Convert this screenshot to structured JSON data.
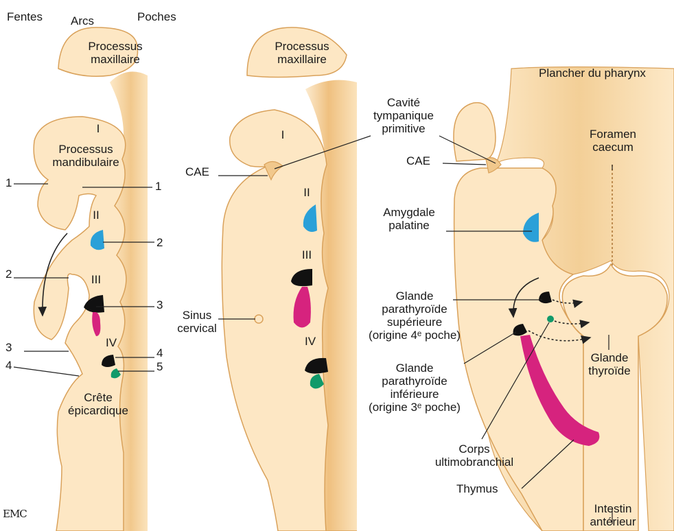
{
  "header": {
    "fentes": "Fentes",
    "arcs": "Arcs",
    "poches": "Poches"
  },
  "panel1": {
    "processus_maxillaire": "Processus\nmaxillaire",
    "arc_I": "I",
    "processus_mandibulaire": "Processus\nmandibulaire",
    "arc_II": "II",
    "arc_III": "III",
    "arc_IV": "IV",
    "fente_1": "1",
    "fente_2": "2",
    "fente_3": "3",
    "fente_4": "4",
    "poche_1": "1",
    "poche_2": "2",
    "poche_3": "3",
    "poche_4": "4",
    "poche_5": "5",
    "crete_epicardique": "Crête\népicardique"
  },
  "panel2": {
    "processus_maxillaire": "Processus\nmaxillaire",
    "arc_I": "I",
    "arc_II": "II",
    "arc_III": "III",
    "arc_IV": "IV",
    "cae": "CAE",
    "sinus_cervical": "Sinus\ncervical",
    "cavite_tympanique": "Cavité\ntympanique\nprimitive"
  },
  "panel3": {
    "plancher_du_pharynx": "Plancher du pharynx",
    "foramen_caecum": "Foramen\ncaecum",
    "cae": "CAE",
    "amygdale_palatine": "Amygdale\npalatine",
    "glande_parathyroide_sup": "Glande\nparathyroïde\nsupérieure\n(origine 4ᵉ poche)",
    "glande_parathyroide_inf": "Glande\nparathyroïde\ninférieure\n(origine 3ᵉ poche)",
    "glande_thyroide": "Glande\nthyroïde",
    "corps_ultimobranchial": "Corps\nultimobranchial",
    "thymus": "Thymus",
    "intestin_anterieur": "Intestin\nantérieur"
  },
  "logo": "EMC",
  "colors": {
    "tissue": "#fbe3bc",
    "tissue_shadow": "#e7b877",
    "outline": "#d9a15a",
    "blue": "#2aa0d8",
    "black": "#111111",
    "magenta": "#d6237e",
    "green": "#119a6a",
    "line": "#222222"
  }
}
